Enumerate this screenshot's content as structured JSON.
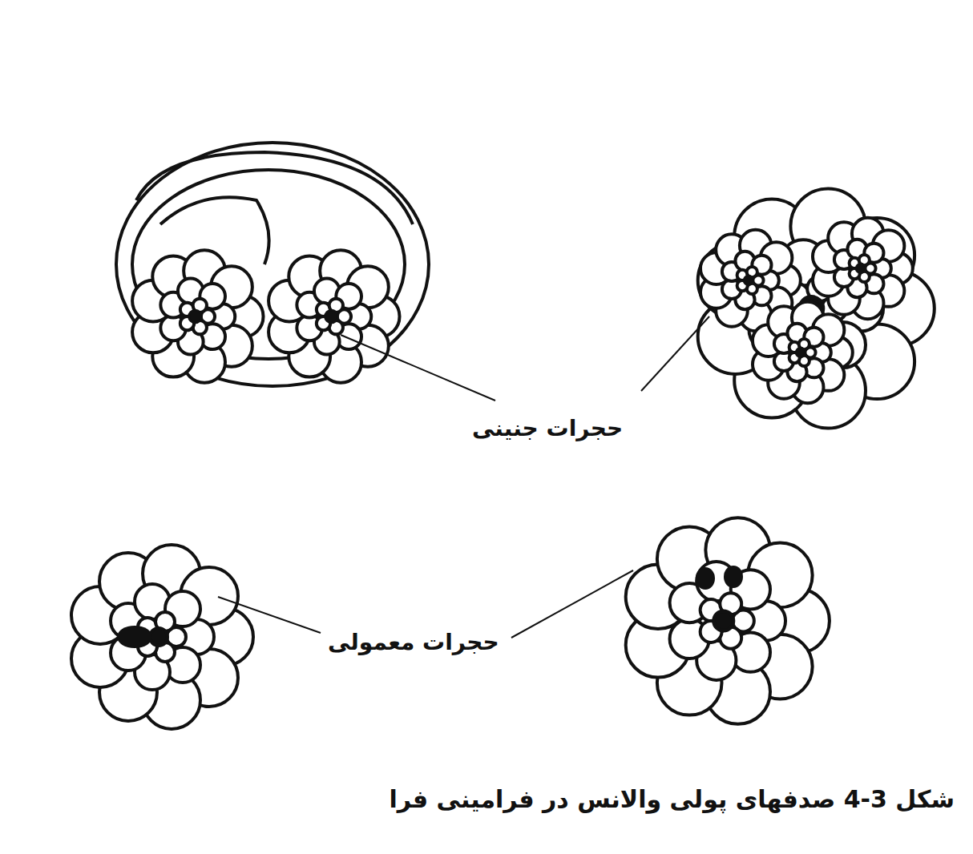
{
  "diagram": {
    "caption": "شکل 3-4 صدفهای پولی والانس در فرامینی فرا",
    "labels": [
      "حجرات جنینی",
      "حجرات معمولی"
    ]
  }
}
